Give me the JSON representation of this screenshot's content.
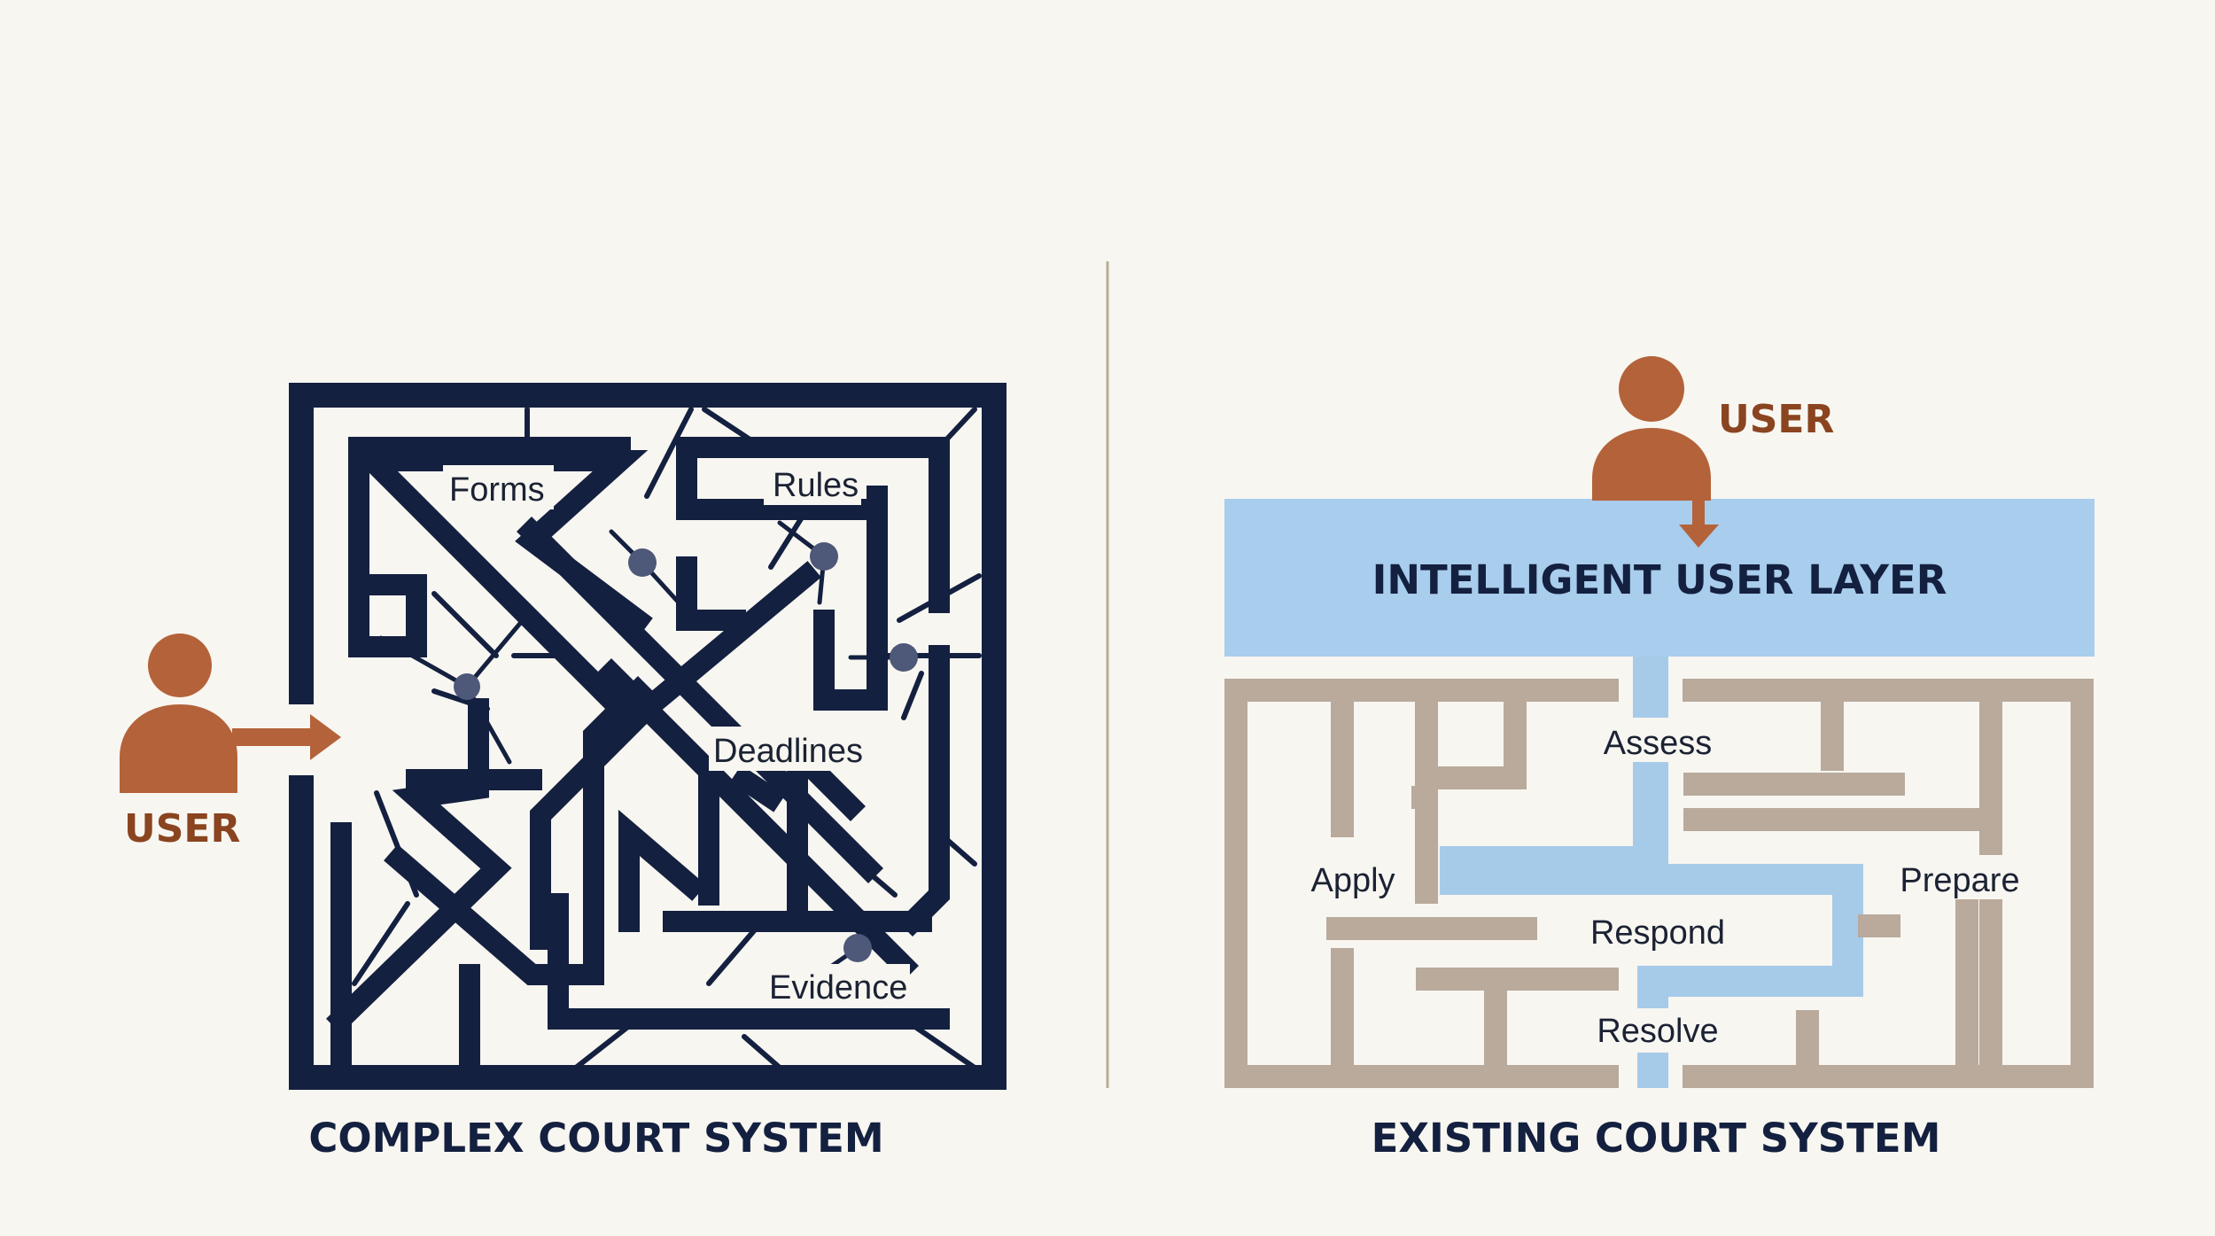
{
  "left_panel": {
    "user_label": "USER",
    "maze_labels": {
      "forms": "Forms",
      "rules": "Rules",
      "deadlines": "Deadlines",
      "evidence": "Evidence"
    },
    "caption": "COMPLEX COURT SYSTEM"
  },
  "right_panel": {
    "user_label": "USER",
    "layer_label": "INTELLIGENT USER LAYER",
    "maze_labels": {
      "assess": "Assess",
      "apply": "Apply",
      "prepare": "Prepare",
      "respond": "Respond",
      "resolve": "Resolve"
    },
    "caption": "EXISTING COURT SYSTEM"
  },
  "colors": {
    "background": "#f8f6f1",
    "navy_maze": "#14203f",
    "user_figure": "#b4623a",
    "user_text": "#8a4420",
    "layer_blue": "#a9cdec",
    "path_blue": "#a6cbe9",
    "taupe_maze": "#b9aa9c",
    "divider": "#b9ad92",
    "node_dot": "#4e5878"
  }
}
